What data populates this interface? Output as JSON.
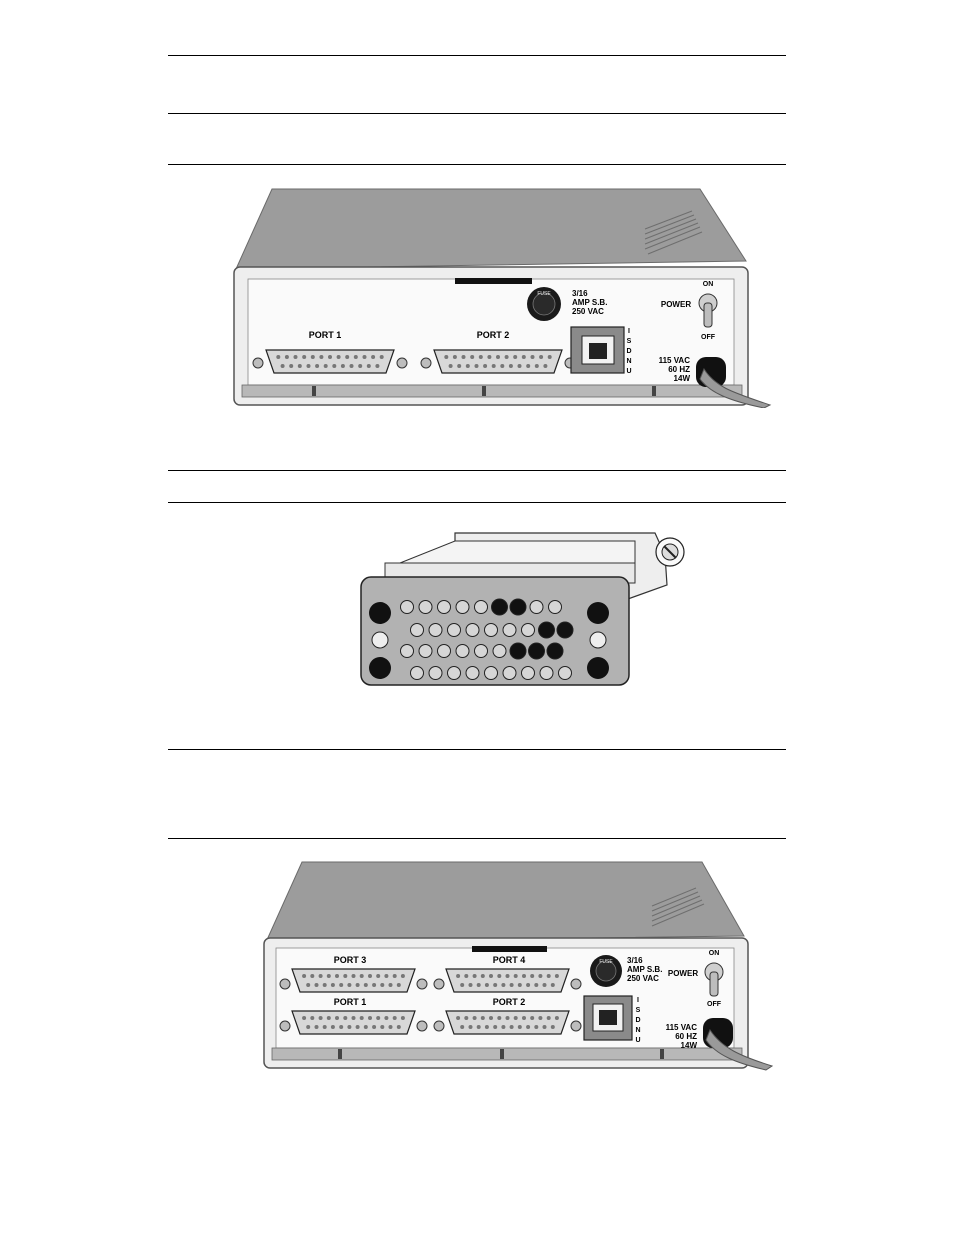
{
  "figure1": {
    "port1_label": "PORT 1",
    "port2_label": "PORT 2",
    "fuse_text": "FUSE",
    "fuse_rating": [
      "3/16",
      "AMP S.B.",
      "250 VAC"
    ],
    "isdn_label": [
      "I",
      "S",
      "D",
      "N",
      "U"
    ],
    "switch_on": "ON",
    "switch_off": "OFF",
    "power_label": "POWER",
    "power_rating": [
      "115  VAC",
      "60 HZ",
      "14W"
    ]
  },
  "figure3": {
    "port1_label": "PORT 1",
    "port2_label": "PORT 2",
    "port3_label": "PORT 3",
    "port4_label": "PORT 4",
    "fuse_text": "FUSE",
    "fuse_rating": [
      "3/16",
      "AMP S.B.",
      "250 VAC"
    ],
    "isdn_label": [
      "I",
      "S",
      "D",
      "N",
      "U"
    ],
    "switch_on": "ON",
    "switch_off": "OFF",
    "power_label": "POWER",
    "power_rating": [
      "115  VAC",
      "60 HZ",
      "14W"
    ]
  }
}
